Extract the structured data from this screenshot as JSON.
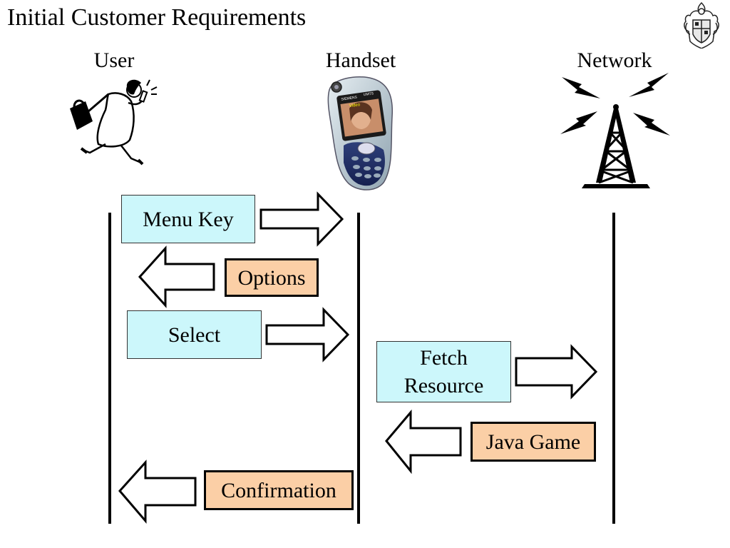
{
  "title": "Initial Customer Requirements",
  "actors": {
    "user": "User",
    "handset": "Handset",
    "network": "Network"
  },
  "handset_screen": {
    "brand": "SIEMENS",
    "network_label": "UMTS",
    "mode_label": "Video"
  },
  "messages": {
    "menu_key": "Menu Key",
    "options": "Options",
    "select": "Select",
    "fetch_resource": "Fetch\nResource",
    "java_game": "Java Game",
    "confirmation": "Confirmation"
  },
  "colors": {
    "request_fill": "#ccf7fb",
    "response_fill": "#fbcfa6",
    "lifeline": "#000000"
  }
}
